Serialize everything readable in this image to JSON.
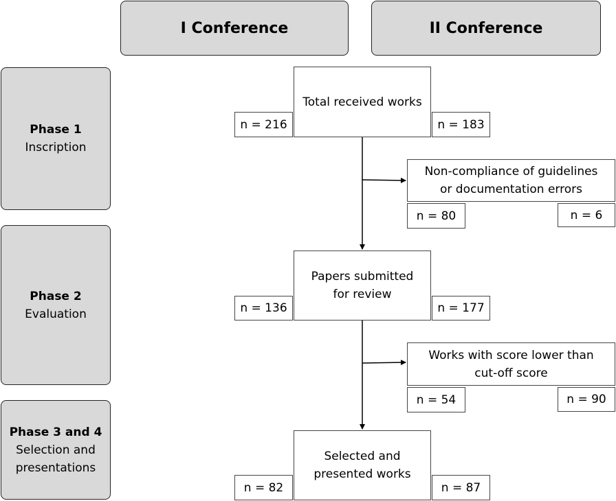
{
  "headers": {
    "conf1": "I Conference",
    "conf2": "II Conference"
  },
  "phases": [
    {
      "title": "Phase 1",
      "lines": [
        "Inscription"
      ]
    },
    {
      "title": "Phase 2",
      "lines": [
        "Evaluation"
      ]
    },
    {
      "title": "Phase 3 and 4",
      "lines": [
        "Selection and",
        "presentations"
      ]
    }
  ],
  "nodes": {
    "total": {
      "label": "Total received works",
      "n_conf1": "n = 216",
      "n_conf2": "n = 183"
    },
    "noncompliance": {
      "label_line1": "Non-compliance of guidelines",
      "label_line2": "or documentation errors",
      "n_conf1": "n = 80",
      "n_conf2": "n = 6"
    },
    "submitted": {
      "label_line1": "Papers submitted",
      "label_line2": "for review",
      "n_conf1": "n = 136",
      "n_conf2": "n = 177"
    },
    "lowscore": {
      "label_line1": "Works with score lower than",
      "label_line2": "cut-off score",
      "n_conf1": "n = 54",
      "n_conf2": "n = 90"
    },
    "selected": {
      "label_line1": "Selected and",
      "label_line2": "presented works",
      "n_conf1": "n = 82",
      "n_conf2": "n = 87"
    }
  }
}
